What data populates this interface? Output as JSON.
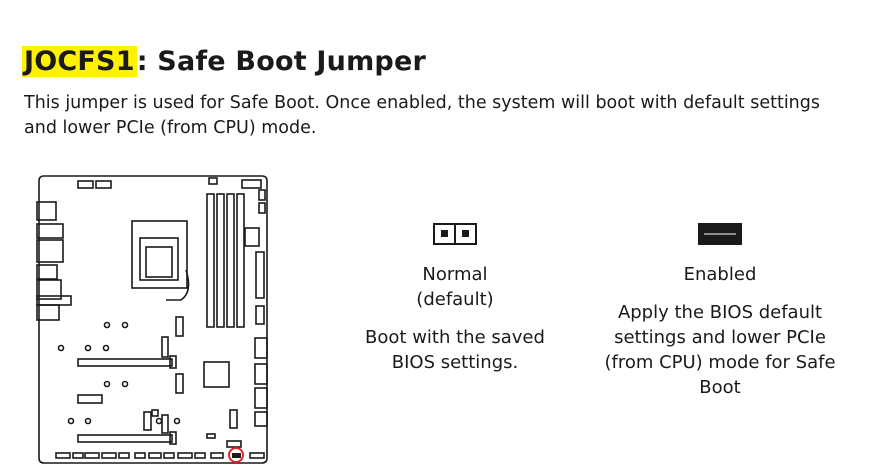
{
  "header": {
    "code": "JOCFS1",
    "title_rest": ": Safe Boot Jumper",
    "description": "This jumper is used for Safe Boot. Once enabled, the system will boot with default settings and lower PCIe (from CPU) mode."
  },
  "modes": {
    "normal": {
      "label": "Normal (default)",
      "description": "Boot with the saved BIOS settings."
    },
    "enabled": {
      "label": "Enabled",
      "description": "Apply the BIOS default settings and lower PCIe (from CPU) mode for Safe Boot"
    }
  },
  "colors": {
    "highlight": "#fff200",
    "marker": "#e5202a",
    "text": "#1a1a1a"
  }
}
